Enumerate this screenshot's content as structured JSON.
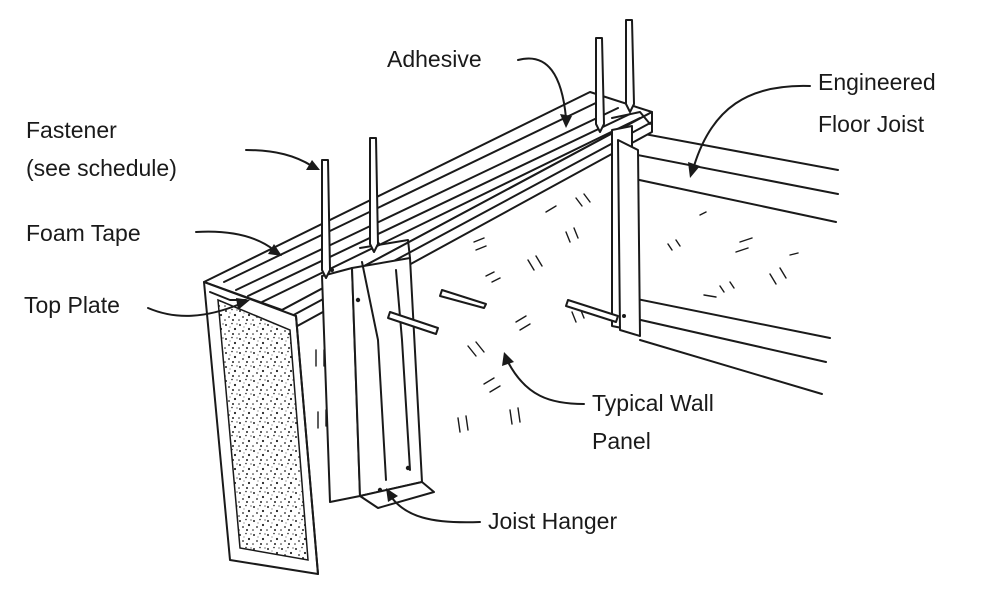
{
  "labels": {
    "adhesive": "Adhesive",
    "engineered_floor_joist_line1": "Engineered",
    "engineered_floor_joist_line2": "Floor Joist",
    "fastener_line1": "Fastener",
    "fastener_line2": "(see schedule)",
    "foam_tape": "Foam Tape",
    "top_plate": "Top Plate",
    "typical_wall_panel_line1": "Typical Wall",
    "typical_wall_panel_line2": "Panel",
    "joist_hanger": "Joist Hanger"
  }
}
